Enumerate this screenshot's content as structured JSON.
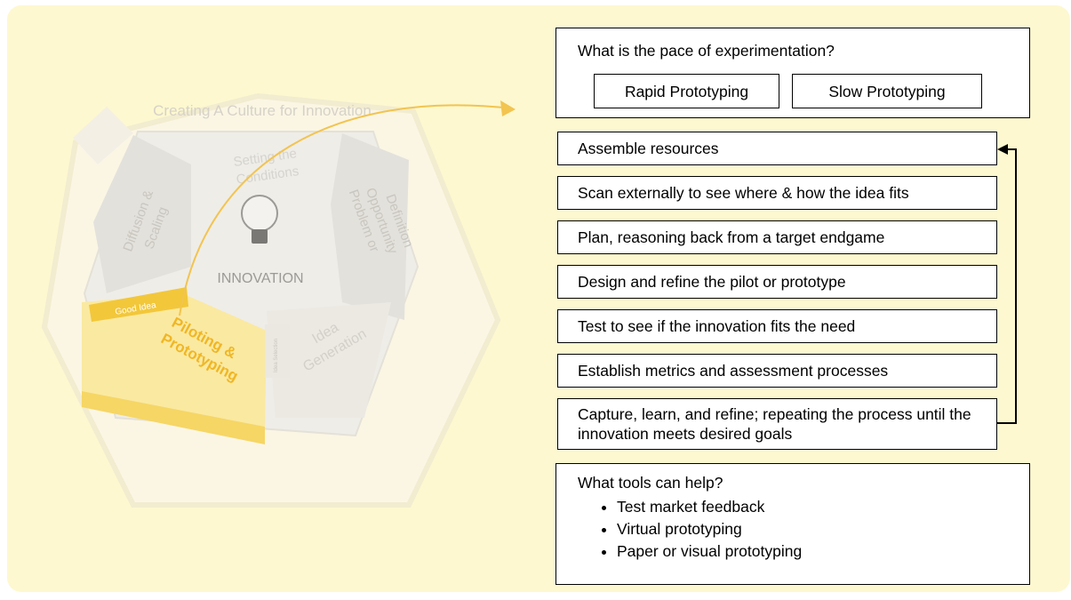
{
  "diagram": {
    "culture_label": "Creating A Culture for Innovation",
    "setting_conditions": [
      "Setting the",
      "Conditions"
    ],
    "center_label": "INNOVATION",
    "diffusion": [
      "Diffusion &",
      "Scaling"
    ],
    "problem": [
      "Problem or",
      "Opportunity",
      "Definition"
    ],
    "idea_generation": [
      "Idea",
      "Generation"
    ],
    "piloting": [
      "Piloting &",
      "Prototyping"
    ],
    "good_idea": "Good Idea",
    "small_tab": "Idea Selection",
    "highlight_color": "#f2c73a",
    "background_color": "#fdf8cf"
  },
  "pace": {
    "question": "What is the pace of experimentation?",
    "options": [
      "Rapid Prototyping",
      "Slow Prototyping"
    ]
  },
  "steps": [
    "Assemble resources",
    "Scan externally to see where & how the idea fits",
    "Plan, reasoning back from a target endgame",
    "Design and refine the pilot or prototype",
    "Test to see if the innovation fits the need",
    "Establish metrics and assessment processes",
    "Capture, learn, and refine; repeating the process until the innovation meets desired goals"
  ],
  "tools": {
    "title": "What tools can help?",
    "items": [
      "Test market feedback",
      "Virtual prototyping",
      "Paper or visual prototyping"
    ]
  }
}
